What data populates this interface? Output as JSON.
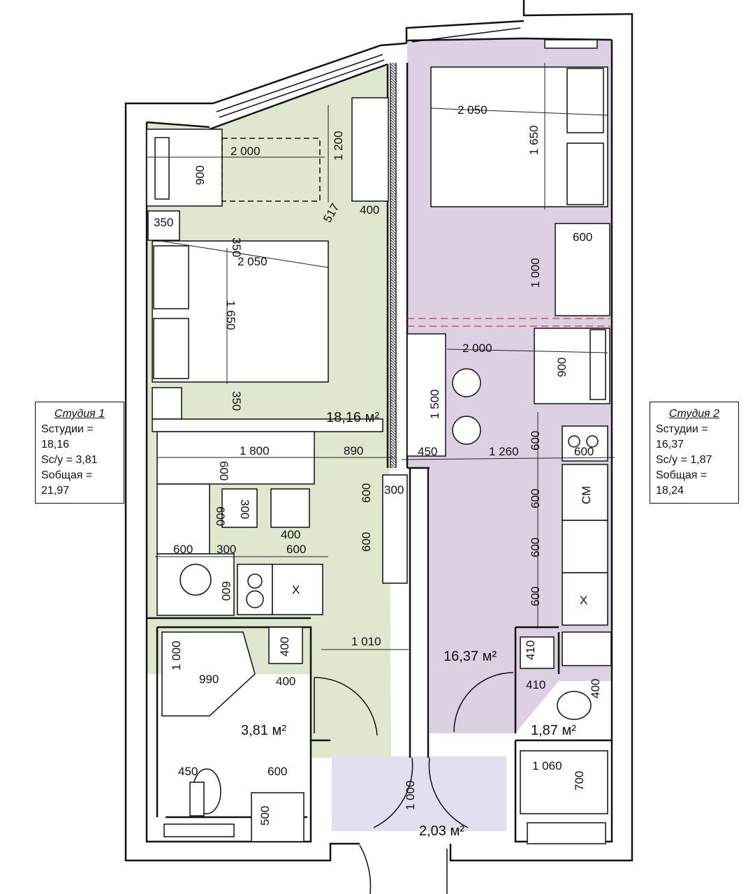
{
  "studio1": {
    "area_label": "18,16 м²",
    "legend_title": "Студия 1",
    "legend_lines": [
      "Sстудии = 18,16",
      "Sс/у = 3,81",
      "Sобщая = 21,97"
    ]
  },
  "studio2": {
    "area_label": "16,37 м²",
    "legend_title": "Студия 2",
    "legend_lines": [
      "Sстудии = 16,37",
      "Sс/у = 1,87",
      "Sобщая = 18,24"
    ]
  },
  "bathroom1": {
    "area_label": "3,81 м²"
  },
  "bathroom2": {
    "area_label": "1,87 м²"
  },
  "hall": {
    "area_label": "2,03 м²"
  },
  "appliance_labels": {
    "washer": "СМ",
    "stove1": "X",
    "stove2": "X"
  },
  "colors": {
    "studio1_fill": "#dfe8cf",
    "studio2_fill": "#ddd0e2",
    "hall_fill": "#dfe2ee",
    "wall": "#111111",
    "dim_line": "#222222",
    "red_dashed": "#e53333"
  },
  "dimensions": {
    "d2000a": "2 000",
    "d1200": "1 200",
    "d900a": "900",
    "d517": "517",
    "d400a": "400",
    "d350a": "350",
    "d350b": "350",
    "d2050a": "2 050",
    "d1650a": "1 650",
    "d350c": "350",
    "d1800": "1 800",
    "d890": "890",
    "d600a": "600",
    "d300a": "300",
    "d600b": "600",
    "d400b": "400",
    "d600c": "600",
    "d300b": "300",
    "d600d": "600",
    "d600e": "600",
    "d600f": "600",
    "d300c": "300",
    "d600g": "600",
    "d1010": "1 010",
    "d1000a": "1 000",
    "d990": "990",
    "d400c": "400",
    "d400d": "400",
    "d450a": "450",
    "d600h": "600",
    "d500": "500",
    "d1000b": "1 000",
    "d2050b": "2 050",
    "d1650b": "1 650",
    "d600i": "600",
    "d1000c": "1 000",
    "d2000b": "2 000",
    "d900b": "900",
    "d1500": "1 500",
    "d450b": "450",
    "d1260": "1 260",
    "d600j": "600",
    "d600k": "600",
    "d600l": "600",
    "d600m": "600",
    "d600n": "600",
    "d410a": "410",
    "d410b": "410",
    "d400e": "400",
    "d1060": "1 060",
    "d700": "700"
  }
}
